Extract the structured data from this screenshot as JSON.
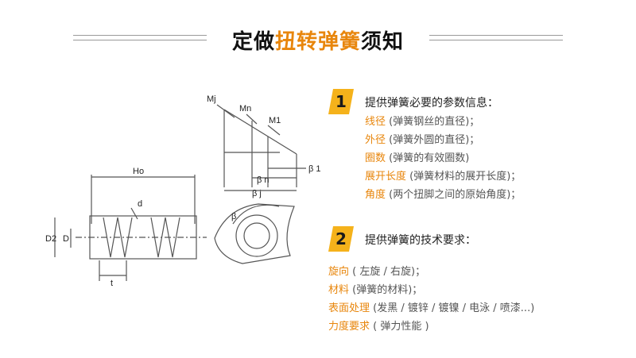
{
  "title": {
    "prefix": "定做",
    "highlight": "扭转弹簧",
    "suffix": "须知"
  },
  "colors": {
    "accent": "#e8860c",
    "badge": "#f5b21b",
    "text": "#333333",
    "line": "#555555"
  },
  "diagram": {
    "labels": {
      "mj": "Mj",
      "mn": "Mn",
      "m1": "M1",
      "beta1": "β 1",
      "beta_n": "β n",
      "beta_j": "β j",
      "beta": "β",
      "ho": "Ho",
      "d": "d",
      "d2": "D2",
      "d_outer": "D",
      "t": "t"
    }
  },
  "sections": [
    {
      "number": "1",
      "heading": "提供弹簧必要的参数信息：",
      "items": [
        {
          "term": "线径",
          "desc": " (弹簧钢丝的直径)；"
        },
        {
          "term": "外径",
          "desc": " (弹簧外圆的直径)；"
        },
        {
          "term": "圈数",
          "desc": " (弹簧的有效圈数)"
        },
        {
          "term": "展开长度",
          "desc": " (弹簧材料的展开长度)；"
        },
        {
          "term": "角度",
          "desc": " (两个扭脚之间的原始角度)；"
        }
      ]
    },
    {
      "number": "2",
      "heading": "提供弹簧的技术要求：",
      "items": [
        {
          "term": "旋向",
          "desc": " ( 左旋 / 右旋)；"
        },
        {
          "term": "材料",
          "desc": " (弹簧的材料)；"
        },
        {
          "term": "表面处理",
          "desc": " (发黑 / 镀锌 / 镀镍 / 电泳 / 喷漆...)"
        },
        {
          "term": "力度要求",
          "desc": " ( 弹力性能 )"
        }
      ]
    }
  ]
}
